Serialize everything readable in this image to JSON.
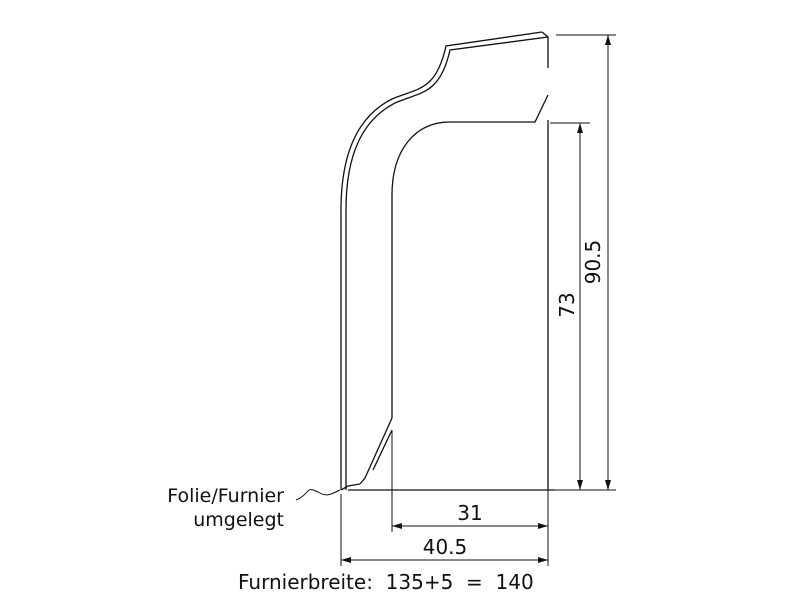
{
  "dimensions": {
    "height_total": "90.5",
    "height_inner": "73",
    "width_inner": "31",
    "width_total": "40.5"
  },
  "annotation": {
    "line1": "Folie/Furnier",
    "line2": "umgelegt"
  },
  "caption": "Furnierbreite:  135+5  =  140"
}
